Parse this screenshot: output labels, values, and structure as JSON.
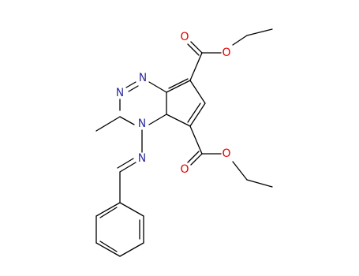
{
  "atoms": [
    {
      "id": "N_triazine_top",
      "element": "N",
      "label": "N",
      "color": "#2f2fa0"
    },
    {
      "id": "N_triazine_left",
      "element": "N",
      "label": "N",
      "color": "#2f2fa0"
    },
    {
      "id": "N_triazine_bridge",
      "element": "N",
      "label": "N",
      "color": "#2f2fa0"
    },
    {
      "id": "N_imine",
      "element": "N",
      "label": "N",
      "color": "#2f2fa0"
    },
    {
      "id": "O_ester1_carbonyl",
      "element": "O",
      "label": "O",
      "color": "#e00000"
    },
    {
      "id": "O_ester1_ether",
      "element": "O",
      "label": "O",
      "color": "#e00000"
    },
    {
      "id": "O_ester2_carbonyl",
      "element": "O",
      "label": "O",
      "color": "#e00000"
    },
    {
      "id": "O_ester2_ether",
      "element": "O",
      "label": "O",
      "color": "#e00000"
    }
  ],
  "colors": {
    "bond": "#000000",
    "nitrogen": "#2f2fa0",
    "oxygen": "#e00000",
    "background": "#ffffff"
  }
}
